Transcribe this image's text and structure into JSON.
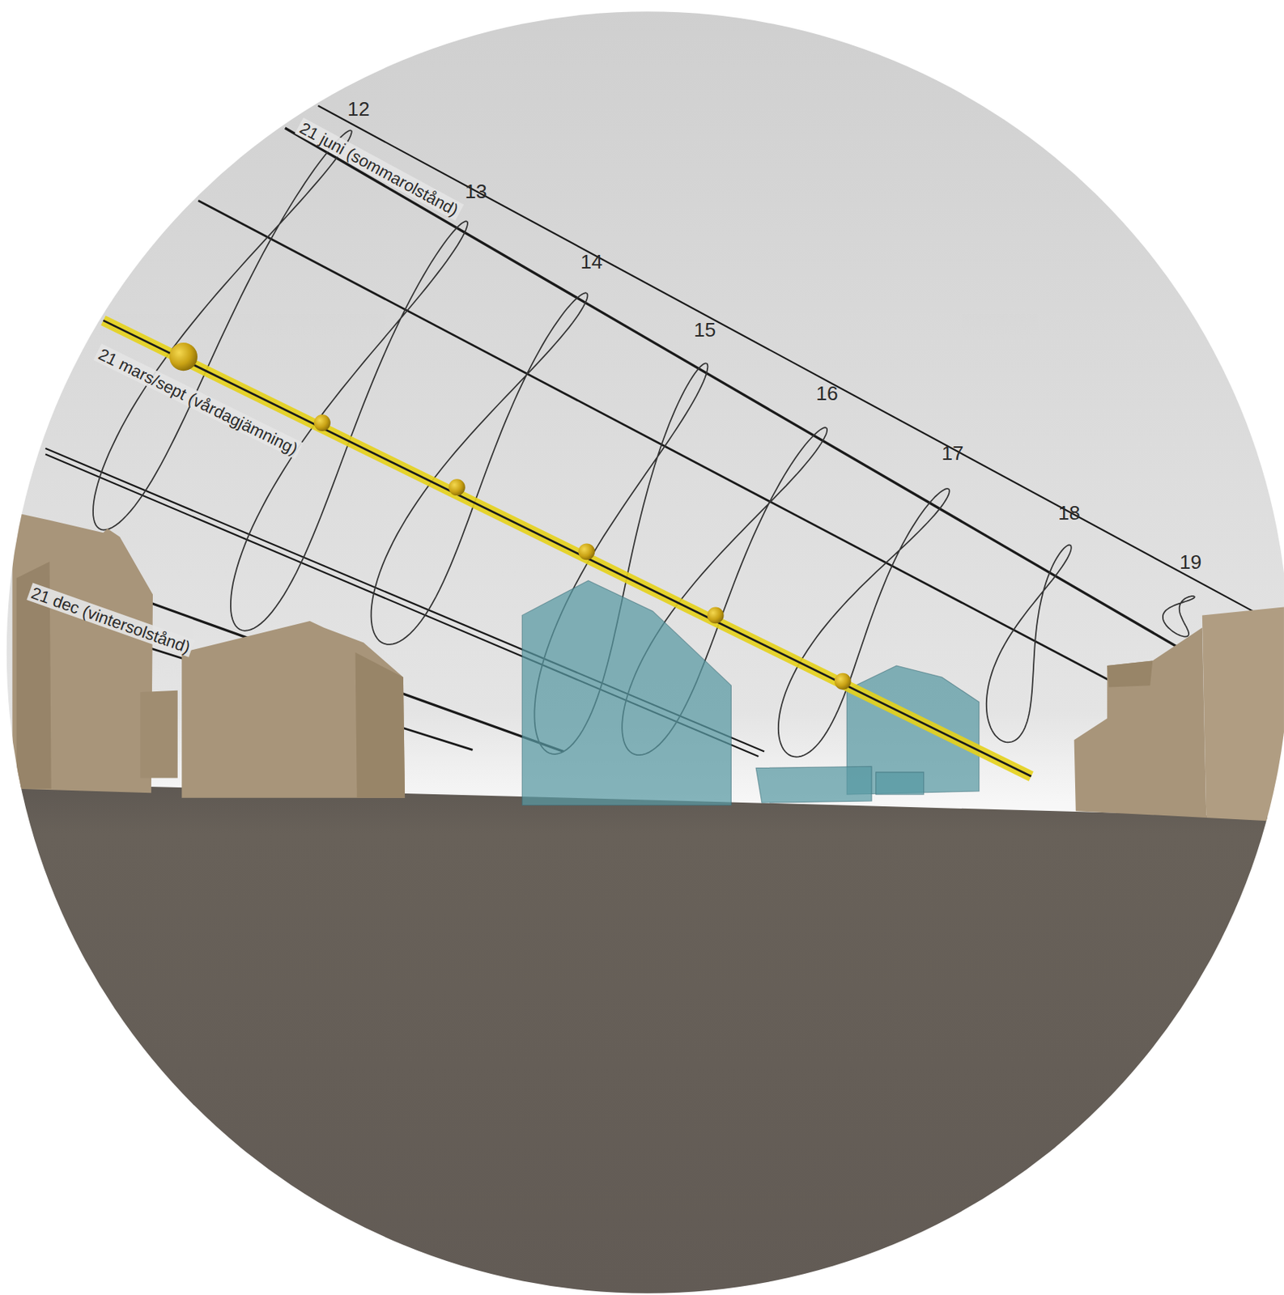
{
  "diagram": {
    "labels": [
      "12",
      "13",
      "14",
      "15",
      "16",
      "17",
      "18",
      "19",
      "21 juni (sommarolstånd)",
      "21 mars/sept (vårdagjämning)",
      "21 dec (vintersolstånd)"
    ]
  }
}
